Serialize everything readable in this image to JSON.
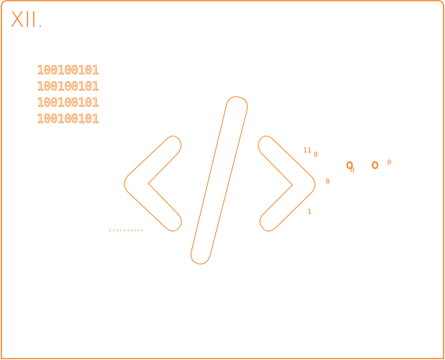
{
  "colors": {
    "accent": "#f07f1f",
    "background": "#ffffff"
  },
  "header": {
    "logo_text": "XII."
  },
  "binary_block": {
    "lines": [
      "100100101",
      "100100101",
      "100100101",
      "100100101"
    ]
  },
  "code_symbol": {
    "icon": "code-brackets-icon"
  },
  "floating_digits": {
    "d1": "11",
    "d2": "0",
    "d3": "0",
    "d4": "1",
    "d5": "0",
    "d6": "0"
  },
  "dotted_marks": "''''''''''"
}
